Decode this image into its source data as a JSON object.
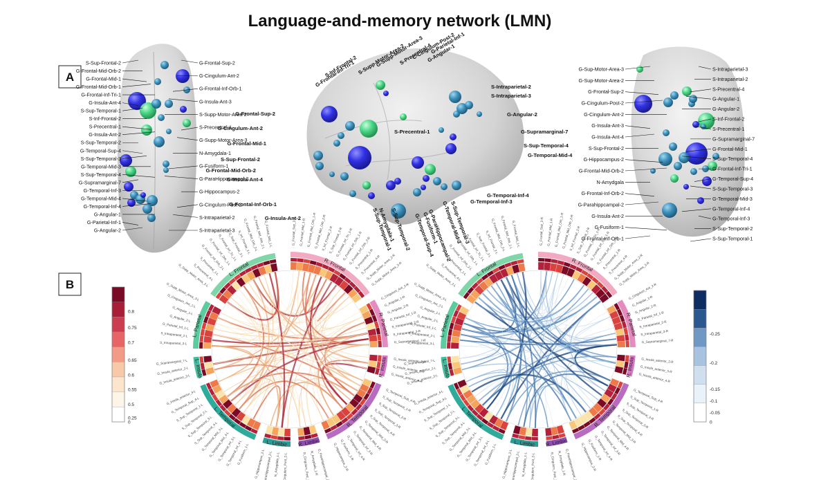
{
  "title": "Language-and-memory network (LMN)",
  "panels": {
    "a": "A",
    "b": "B"
  },
  "colors": {
    "sphere_blue": "#1f1fe0",
    "sphere_teal": "#2a8ab8",
    "sphere_green": "#34d07a",
    "brain": "#c8c8c8"
  },
  "brain_left_labels": [
    {
      "text": "S-Sup-Frontal-2",
      "side": "l"
    },
    {
      "text": "G-Frontal-Mid-Orb-2",
      "side": "l"
    },
    {
      "text": "G-Frontal-Mid-1",
      "side": "l"
    },
    {
      "text": "G-Frontal-Mid-Orb-1",
      "side": "l"
    },
    {
      "text": "G-Frontal-Inf-Tri-1",
      "side": "l"
    },
    {
      "text": "G-Insula-Ant-4",
      "side": "l"
    },
    {
      "text": "S-Sup-Temporal-1",
      "side": "l"
    },
    {
      "text": "S-Inf-Frontal-2",
      "side": "l"
    },
    {
      "text": "S-Precentral-1",
      "side": "l"
    },
    {
      "text": "G-Insula-Ant-2",
      "side": "l"
    },
    {
      "text": "S-Sup-Temporal-2",
      "side": "l"
    },
    {
      "text": "G-Temporal-Sup-4",
      "side": "l"
    },
    {
      "text": "S-Sup-Temporal-3",
      "side": "l"
    },
    {
      "text": "G-Temporal-Mid-3",
      "side": "l"
    },
    {
      "text": "S-Sup-Temporal-4",
      "side": "l"
    },
    {
      "text": "G-Supramarginal-7",
      "side": "l"
    },
    {
      "text": "G-Temporal-Inf-3",
      "side": "l"
    },
    {
      "text": "G-Temporal-Mid-4",
      "side": "l"
    },
    {
      "text": "G-Temporal-Inf-4",
      "side": "l"
    },
    {
      "text": "G-Angular-1",
      "side": "l"
    },
    {
      "text": "G-Parietal-Inf-1",
      "side": "l"
    },
    {
      "text": "G-Angular-2",
      "side": "l"
    },
    {
      "text": "G-Frontal-Sup-2",
      "side": "r"
    },
    {
      "text": "G-Cingulum-Ant-2",
      "side": "r"
    },
    {
      "text": "G-Frontal-Inf-Orb-1",
      "side": "r"
    },
    {
      "text": "G-Insula-Ant-3",
      "side": "r"
    },
    {
      "text": "S-Supp-Motor-Area-2",
      "side": "r"
    },
    {
      "text": "S-Precentral-4",
      "side": "r"
    },
    {
      "text": "G-Supp-Motor-Area-3",
      "side": "r"
    },
    {
      "text": "N-Amygdala-1",
      "side": "r"
    },
    {
      "text": "G-Fusiform-1",
      "side": "r"
    },
    {
      "text": "G-ParaHippocampal-2",
      "side": "r"
    },
    {
      "text": "G-Hippocampus-2",
      "side": "r"
    },
    {
      "text": "G-Cingulum-Post-2",
      "side": "r"
    },
    {
      "text": "S-Intraparietal-2",
      "side": "r"
    },
    {
      "text": "S-Intraparietal-3",
      "side": "r"
    }
  ],
  "brain_mid_labels": [
    {
      "text": "G-Parietal-Inf-1"
    },
    {
      "text": "G-Angular-1"
    },
    {
      "text": "C-Cingulum-Post-2"
    },
    {
      "text": "S-Precentral-4"
    },
    {
      "text": "G-Supp-Motor-Area-3"
    },
    {
      "text": "S-Supp-Motor-Area-2"
    },
    {
      "text": "S-Inf-Frontal-2"
    },
    {
      "text": "G-Frontal-Inf-Tri-1"
    },
    {
      "text": "G-Frontal-Sup-2"
    },
    {
      "text": "G-Cingulum-Ant-2"
    },
    {
      "text": "G-Frontal-Mid-1"
    },
    {
      "text": "S-Sup-Frontal-2"
    },
    {
      "text": "G-Frontal-Mid-Orb-2"
    },
    {
      "text": "G-Insula-Ant-4"
    },
    {
      "text": "G-Frontal-Inf-Orb-1"
    },
    {
      "text": "G-Insula-Ant-2"
    },
    {
      "text": "S-Intraparietal-2"
    },
    {
      "text": "S-Intraparietal-3"
    },
    {
      "text": "G-Angular-2"
    },
    {
      "text": "S-Precentral-1"
    },
    {
      "text": "G-Supramarginal-7"
    },
    {
      "text": "S-Sup-Temporal-4"
    },
    {
      "text": "G-Temporal-Mid-4"
    },
    {
      "text": "G-Temporal-Inf-4"
    },
    {
      "text": "G-Temporal-Inf-3"
    },
    {
      "text": "S-Sup-Temporal-1"
    },
    {
      "text": "N-Amygdala-1"
    },
    {
      "text": "S-Sup-Temporal-2"
    },
    {
      "text": "G-Fusiform-1"
    },
    {
      "text": "G-Temporal-Sup-4"
    },
    {
      "text": "G-ParaHippocampal-2"
    },
    {
      "text": "G-Temporal-Mid-3"
    },
    {
      "text": "S-Sup-Temporal-3"
    }
  ],
  "brain_right_labels": [
    {
      "text": "G-Sup-Motor-Area-3",
      "side": "l"
    },
    {
      "text": "G-Sup-Motor-Area-2",
      "side": "l"
    },
    {
      "text": "G-Frontal-Sup-2",
      "side": "l"
    },
    {
      "text": "G-Cingulum-Post-2",
      "side": "l"
    },
    {
      "text": "G-Cingulum-Ant-2",
      "side": "l"
    },
    {
      "text": "G-Insula-Ant-3",
      "side": "l"
    },
    {
      "text": "G-Insula-Ant-4",
      "side": "l"
    },
    {
      "text": "S-Sup-Frontal-2",
      "side": "l"
    },
    {
      "text": "G-Hippocampus-2",
      "side": "l"
    },
    {
      "text": "G-Frontal-Mid-Orb-2",
      "side": "l"
    },
    {
      "text": "N-Amydgala",
      "side": "l"
    },
    {
      "text": "G-Frontal-Inf-Orb-2",
      "side": "l"
    },
    {
      "text": "G-Parahippcampal-2",
      "side": "l"
    },
    {
      "text": "G-Insula-Ant-2",
      "side": "l"
    },
    {
      "text": "G-Fusiform-1",
      "side": "l"
    },
    {
      "text": "G-Frontal-Inf-Orb-1",
      "side": "l"
    },
    {
      "text": "S-Intraparietal-3",
      "side": "r"
    },
    {
      "text": "S-Intraparietal-2",
      "side": "r"
    },
    {
      "text": "S-Precentral-4",
      "side": "r"
    },
    {
      "text": "G-Angular-1",
      "side": "r"
    },
    {
      "text": "G-Angular-2",
      "side": "r"
    },
    {
      "text": "S-Inf-Frontal-2",
      "side": "r"
    },
    {
      "text": "S-Precentral-1",
      "side": "r"
    },
    {
      "text": "G-Supramarginal-7",
      "side": "r"
    },
    {
      "text": "G-Frontal-Mid-1",
      "side": "r"
    },
    {
      "text": "S-Sup-Temporal-4",
      "side": "r"
    },
    {
      "text": "G-Frontal-Inf-Tri-1",
      "side": "r"
    },
    {
      "text": "G-Temporal-Sup-4",
      "side": "r"
    },
    {
      "text": "S-Sup-Temporal-3",
      "side": "r"
    },
    {
      "text": "G-Temporal-Mid-3",
      "side": "r"
    },
    {
      "text": "G-Temporal-Inf-4",
      "side": "r"
    },
    {
      "text": "G-Temporal-Inf-3",
      "side": "r"
    },
    {
      "text": "S-Sup-Temporal-2",
      "side": "r"
    },
    {
      "text": "S-Sup-Temporal-1",
      "side": "r"
    }
  ],
  "circos_segments": [
    {
      "label": "L. Frontal",
      "color": "#7fd6a8"
    },
    {
      "label": "R. Frontal",
      "color": "#f2a9c2"
    },
    {
      "label": "R. Parietal",
      "color": "#e48cc0"
    },
    {
      "label": "R. Insula",
      "color": "#cf7ac0"
    },
    {
      "label": "R. Temporal",
      "color": "#b86cc1"
    },
    {
      "label": "R. Limbic",
      "color": "#8f4fb0"
    },
    {
      "label": "L. Limbic",
      "color": "#2a9c96"
    },
    {
      "label": "L. Temporal",
      "color": "#2fab9b"
    },
    {
      "label": "L. Insula",
      "color": "#43bd9d"
    },
    {
      "label": "L. Parietal",
      "color": "#5ccb9f"
    }
  ],
  "circos_node_labels": [
    "G_Frontal_Sup_2-R",
    "G_Frontal_Mid_1-R",
    "G_Frontal_Mid_Orb_1-R",
    "G_Frontal_Mid_Orb_2-R",
    "S_Inf_Frontal_2-R",
    "S_Sup_Frontal_2-R",
    "G_Frontal_Inf_Tri_1-R",
    "G_Frontal_Inf_Orb_1-R",
    "G_Frontal_Inf_Orb_2-R",
    "S_Precentral_1-R",
    "S_Precentral_4-R",
    "G_Supp_Motor_Area_2-R",
    "G_Supp_Motor_Area_3-R",
    "G_Cingulum_Ant_2-R",
    "G_Angular_1-R",
    "G_Angular_2-R",
    "G_Parietal_Inf_1-R",
    "S_Intraparietal_2-R",
    "S_Intraparietal_3-R",
    "G_Supramarginal_7-R",
    "G_Insula_anterior_2-R",
    "G_Insula_anterior_3-R",
    "G_Insula_anterior_4-R",
    "G_Temporal_Sup_4-R",
    "S_Sup_Temporal_1-R",
    "S_Sup_Temporal_2-R",
    "S_Sup_Temporal_3-R",
    "S_Sup_Temporal_4-R",
    "G_Temporal_Mid_3-R",
    "G_Temporal_Mid_4-R",
    "G_Temporal_Inf_3-R",
    "G_Temporal_Inf_4-R",
    "G_Fusiform_1-R",
    "G_Hippocampus_2-R",
    "G_ParaHippocampal_2-R",
    "N_Amygdala_1-R",
    "G_Cingulum_Post_2-R",
    "G_Cingulum_Post_2-L",
    "N_Amygdala_1-L",
    "G_ParaHippocampal_2-L",
    "G_Hippocampus_2-L",
    "G_Fusiform_1-L",
    "G_Temporal_Inf_4-L",
    "G_Temporal_Inf_3-L",
    "G_Temporal_Mid_4-L",
    "G_Temporal_Mid_3-L",
    "S_Sup_Temporal_4-L",
    "S_Sup_Temporal_3-L",
    "S_Sup_Temporal_2-L",
    "S_Sup_Temporal_1-L",
    "G_Temporal_Sup_4-L",
    "G_Insula_anterior_4-L",
    "G_Insula_anterior_3-L",
    "G_Insula_anterior_2-L",
    "G_Supramarginal_7-L",
    "S_Intraparietal_3-L",
    "S_Intraparietal_2-L",
    "G_Parietal_Inf_1-L",
    "G_Angular_2-L",
    "G_Angular_1-L",
    "G_Cingulum_Ant_2-L",
    "G_Supp_Motor_Area_3-L",
    "G_Supp_Motor_Area_2-L",
    "S_Precentral_4-L",
    "S_Precentral_1-L",
    "G_Frontal_Inf_Orb_2-L",
    "G_Frontal_Inf_Orb_1-L",
    "G_Frontal_Inf_Tri_1-L",
    "S_Sup_Frontal_2-L",
    "S_Inf_Frontal_2-L",
    "G_Frontal_Mid_Orb_2-L",
    "G_Frontal_Mid_Orb_1-L",
    "G_Frontal_Mid_1-L",
    "G_Frontal_Sup_2-L"
  ],
  "colorbar_pos": {
    "ticks": [
      "0.8",
      "0.75",
      "0.7",
      "0.65",
      "0.6",
      "0.55",
      "0.5",
      "0.25",
      "0"
    ],
    "colors": [
      "#7a0a25",
      "#a81d38",
      "#cc3d4f",
      "#e86567",
      "#f29b86",
      "#f7c9a8",
      "#fbe6cd",
      "#fdf5e8",
      "#ffffff"
    ]
  },
  "colorbar_neg": {
    "ticks": [
      "-0.25",
      "-0.2",
      "-0.15",
      "-0.1",
      "-0.05",
      "0"
    ],
    "colors": [
      "#0e2d63",
      "#2a588f",
      "#6f98c4",
      "#a8c3df",
      "#cfdff0",
      "#e9f1f9",
      "#ffffff"
    ]
  }
}
